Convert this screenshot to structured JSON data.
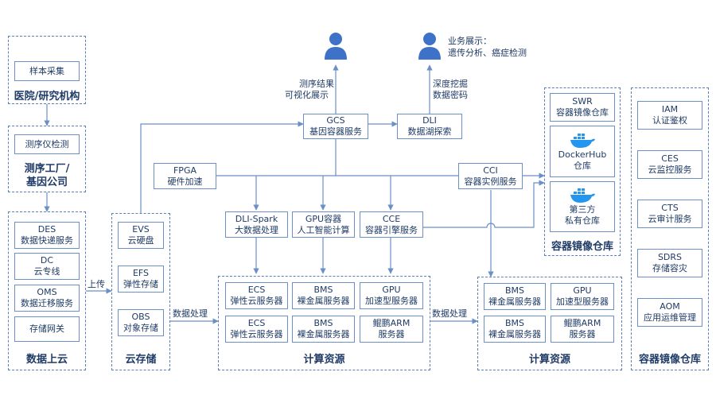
{
  "users": {
    "business_title": "业务展示：",
    "business_detail": "遗传分析、癌症检测"
  },
  "edge_labels": {
    "visual_1": "测序结果",
    "visual_2": "可视化展示",
    "dli_1": "深度挖掘",
    "dli_2": "数据密码",
    "upload": "上传",
    "process_1": "数据处理",
    "process_2": "数据处理"
  },
  "hospital": {
    "title": "医院/研究机构",
    "sample": "样本采集"
  },
  "factory": {
    "title_1": "测序工厂/",
    "title_2": "基因公司",
    "instrument": "测序仪检测"
  },
  "data_cloud": {
    "title": "数据上云",
    "items": [
      {
        "name": "DES",
        "desc": "数据快递服务"
      },
      {
        "name": "DC",
        "desc": "云专线"
      },
      {
        "name": "OMS",
        "desc": "数据迁移服务"
      },
      {
        "name": "存储网关",
        "desc": ""
      }
    ]
  },
  "cloud_storage": {
    "title": "云存储",
    "items": [
      {
        "name": "EVS",
        "desc": "云硬盘"
      },
      {
        "name": "EFS",
        "desc": "弹性存储"
      },
      {
        "name": "OBS",
        "desc": "对象存储"
      }
    ]
  },
  "services": {
    "gcs": {
      "name": "GCS",
      "desc": "基因容器服务"
    },
    "dli": {
      "name": "DLI",
      "desc": "数据湖探索"
    },
    "fpga": {
      "name": "FPGA",
      "desc": "硬件加速"
    },
    "cci": {
      "name": "CCI",
      "desc": "容器实例服务"
    },
    "dli_spark": {
      "name": "DLI-Spark",
      "desc": "大数据处理"
    },
    "gpu_container": {
      "name": "GPU容器",
      "desc": "人工智能计算"
    },
    "cce": {
      "name": "CCE",
      "desc": "容器引擎服务"
    }
  },
  "compute_left": {
    "title": "计算资源",
    "items": [
      {
        "name": "ECS",
        "desc": "弹性云服务器"
      },
      {
        "name": "BMS",
        "desc": "裸金属服务器"
      },
      {
        "name": "GPU",
        "desc": "加速型服务器"
      },
      {
        "name": "ECS",
        "desc": "弹性云服务器"
      },
      {
        "name": "BMS",
        "desc": "裸金属服务器"
      },
      {
        "name": "鲲鹏ARM",
        "desc": "服务器"
      }
    ]
  },
  "compute_right": {
    "title": "计算资源",
    "items": [
      {
        "name": "BMS",
        "desc": "裸金属服务器"
      },
      {
        "name": "GPU",
        "desc": "加速型服务器"
      },
      {
        "name": "BMS",
        "desc": "裸金属服务器"
      },
      {
        "name": "鲲鹏ARM",
        "desc": "服务器"
      }
    ]
  },
  "image_repo": {
    "title": "容器镜像仓库",
    "swr": {
      "name": "SWR",
      "desc": "容器镜像仓库"
    },
    "dockerhub": {
      "name": "DockerHub",
      "desc": "仓库"
    },
    "thirdparty": {
      "name": "第三方",
      "desc": "私有仓库"
    }
  },
  "ops": {
    "title": "容器镜像仓库",
    "items": [
      {
        "name": "IAM",
        "desc": "认证鉴权"
      },
      {
        "name": "CES",
        "desc": "云监控服务"
      },
      {
        "name": "CTS",
        "desc": "云审计服务"
      },
      {
        "name": "SDRS",
        "desc": "存储容灾"
      },
      {
        "name": "AOM",
        "desc": "应用运维管理"
      }
    ]
  },
  "colors": {
    "line": "#6b8fc7",
    "text": "#1f3b66",
    "user": "#3d72c8",
    "whale": "#2496ed"
  }
}
